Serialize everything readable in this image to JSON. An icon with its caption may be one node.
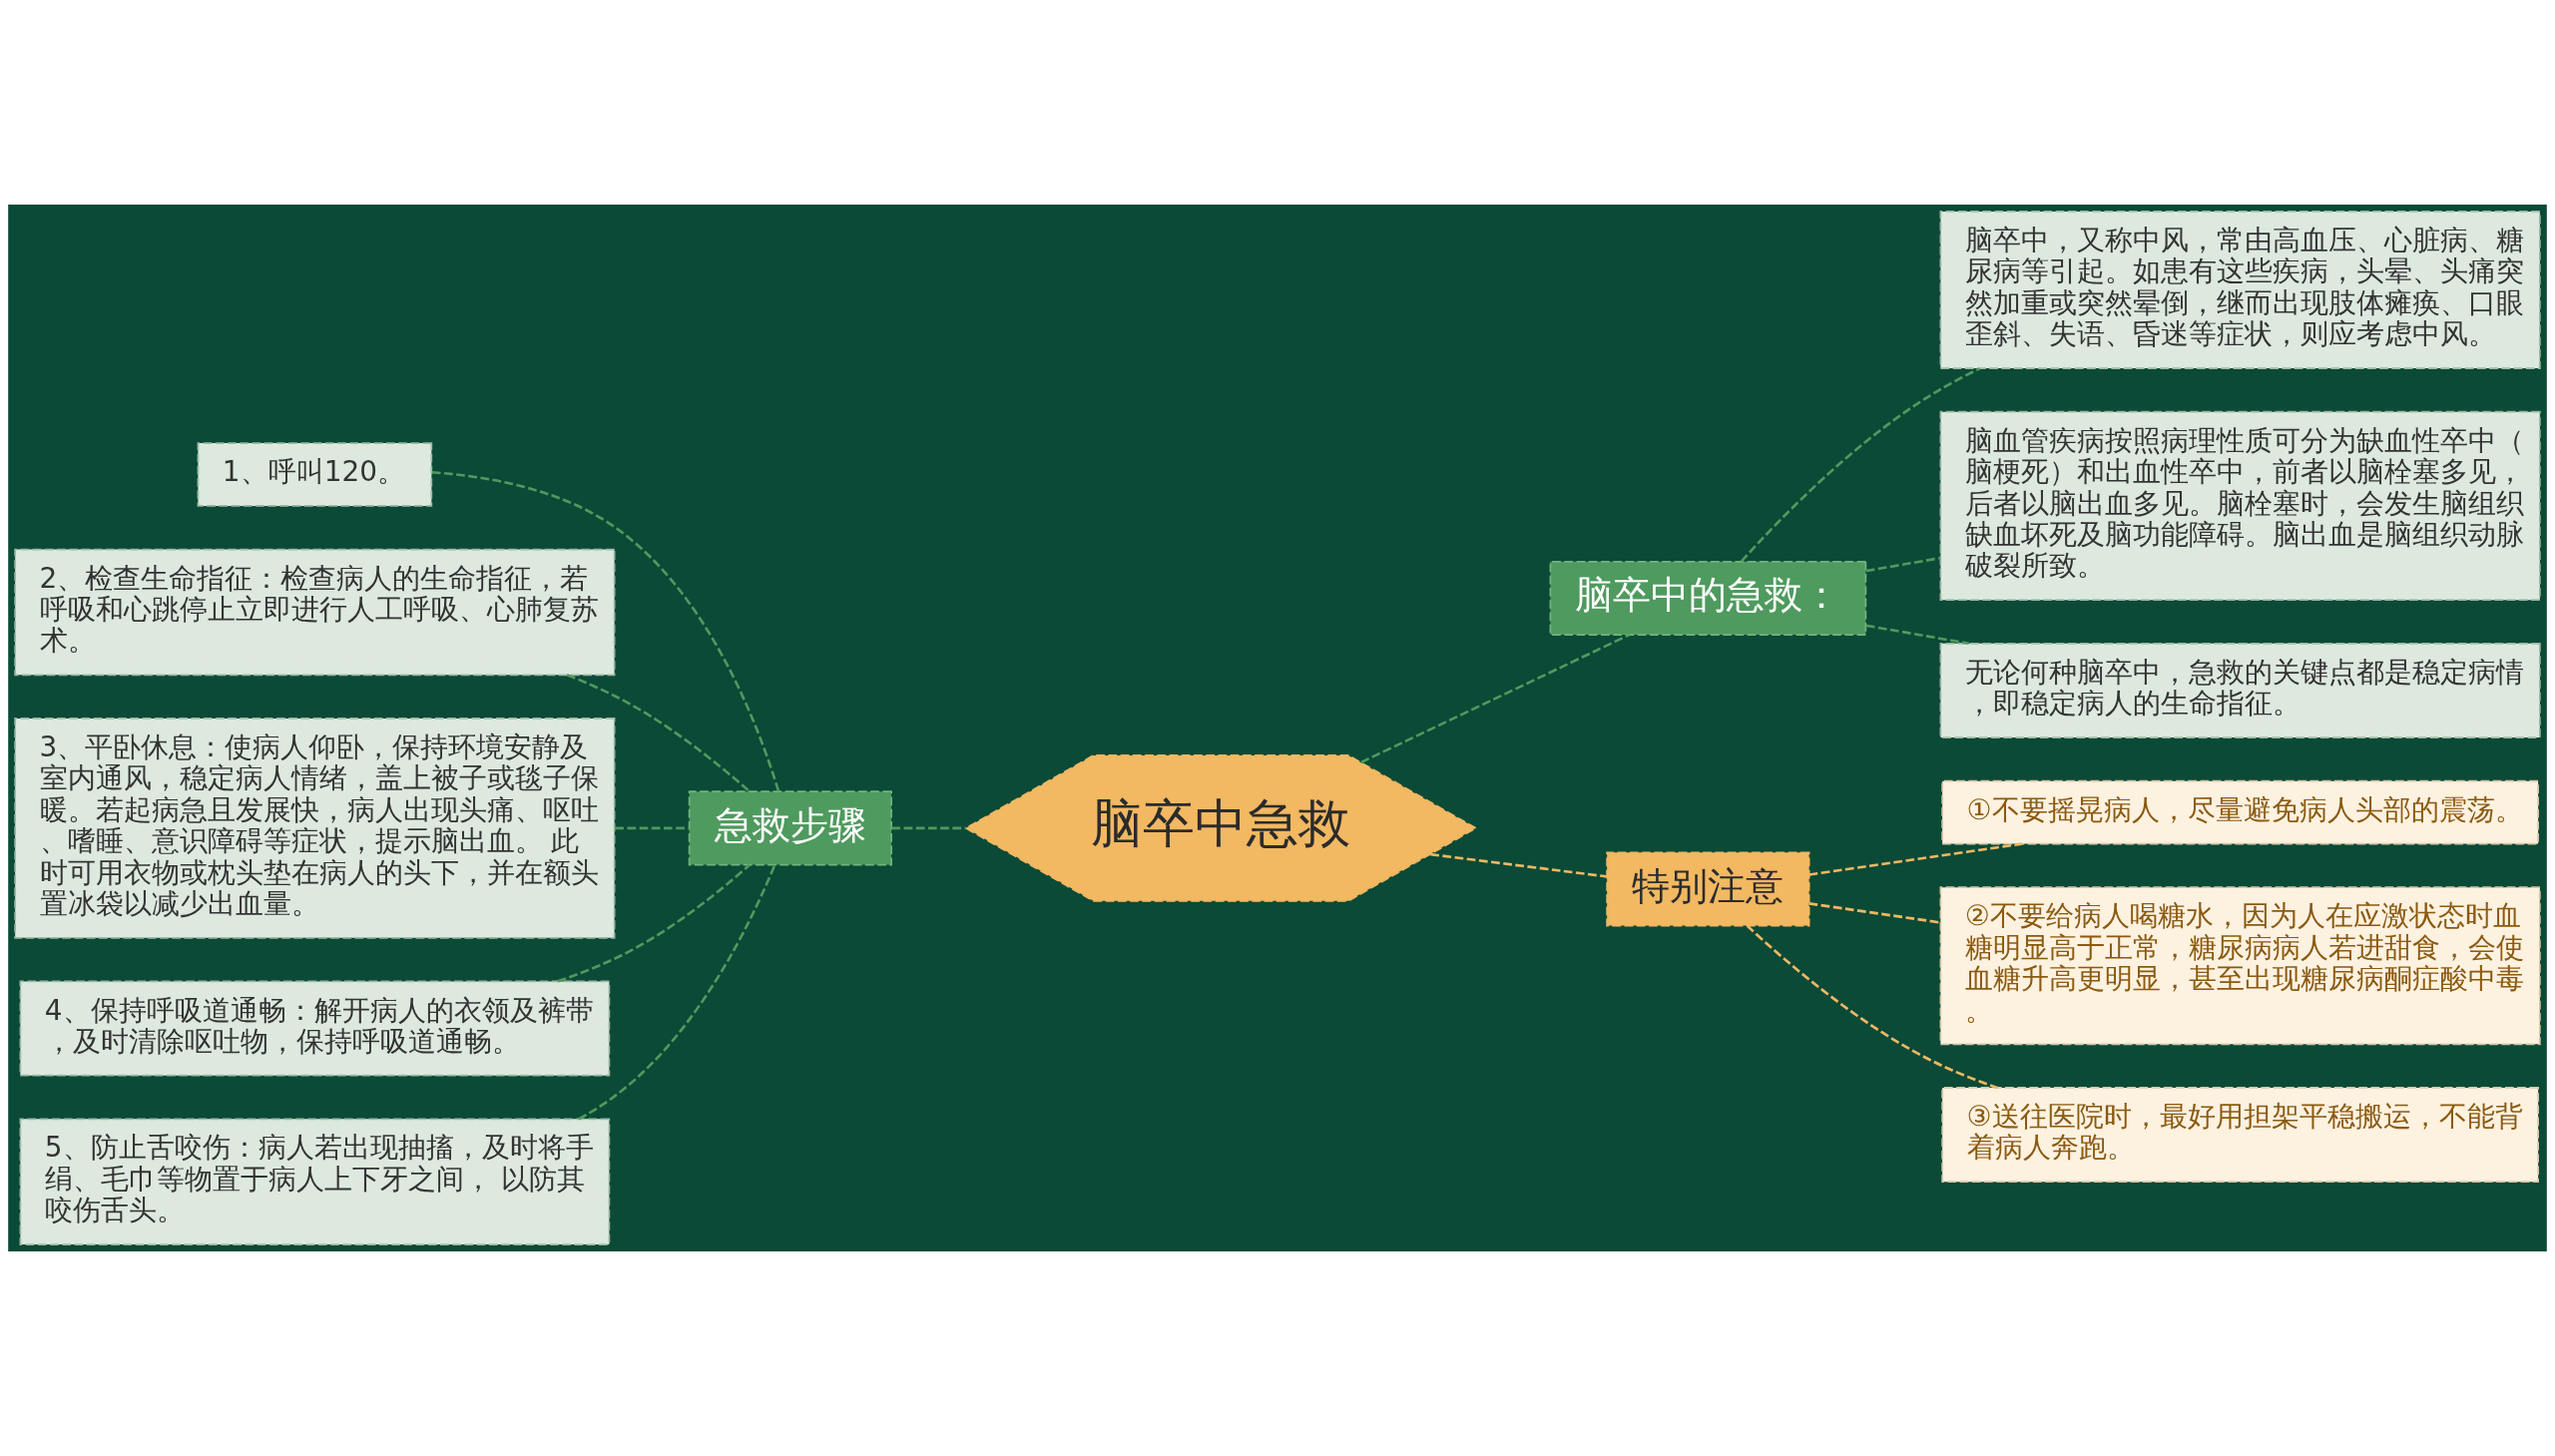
{
  "diagram": {
    "nodes": [
      {
        "text": [
          "脑卒中急救"
        ]
      },
      {
        "text": [
          "急救步骤"
        ]
      },
      {
        "text": [
          "1、呼叫120。"
        ]
      },
      {
        "text": [
          "2、检查生命指征：检查病人的生命指征，若呼吸和心跳停止立即进行人工呼吸、心肺复苏术。"
        ]
      },
      {
        "text": [
          "3、平卧休息：使病人仰卧，保持环境安静及室内通风，稳定病人情绪，盖上被子或毯子保暖。若起病急且发展快，病人出现头痛、呕吐、嗜睡、意识障碍等症状，提示脑出血。 此时可用衣物或枕头垫在病人的头下，并在额头置冰袋以减少出血量。"
        ]
      },
      {
        "text": [
          "4、保持呼吸道通畅：解开病人的衣领及裤带，及时清除呕吐物，保持呼吸道通畅。"
        ]
      },
      {
        "text": [
          "5、防止舌咬伤：病人若出现抽搐，及时将手绢、毛巾等物置于病人上下牙之间， 以防其咬伤舌头。"
        ]
      },
      {
        "text": [
          "脑卒中的急救："
        ]
      },
      {
        "text": [
          "脑卒中，又称中风，常由高血压、心脏病、糖尿病等引起。如患有这些疾病，头晕、头痛突然加重或突然晕倒，继而出现肢体瘫痪、口眼歪斜、失语、昏迷等症状，则应考虑中风。"
        ]
      },
      {
        "text": [
          "脑血管疾病按照病理性质可分为缺血性卒中（脑梗死）和出血性卒中，前者以脑栓塞多见，后者以脑出血多见。脑栓塞时，会发生脑组织缺血坏死及脑功能障碍。脑出血是脑组织动脉破裂所致。"
        ]
      },
      {
        "text": [
          "无论何种脑卒中，急救的关键点都是稳定病情，即稳定病人的生命指征。"
        ]
      },
      {
        "text": [
          "特别注意"
        ]
      },
      {
        "text": [
          "①不要摇晃病人，尽量避免病人头部的震荡。"
        ]
      },
      {
        "text": [
          "②不要给病人喝糖水，因为人在应激状态时血糖明显高于正常，糖尿病病人若进甜食，会使血糖升高更明显，甚至出现糖尿病酮症酸中毒。"
        ]
      },
      {
        "text": [
          "③送往医院时，最好用担架平稳搬运，不能背着病人奔跑。"
        ]
      }
    ],
    "edges": [
      {
        "from": 0,
        "to": 1,
        "arrow": "none",
        "style": "dashed"
      },
      {
        "from": 1,
        "to": 2,
        "arrow": "none",
        "style": "dashed"
      },
      {
        "from": 1,
        "to": 3,
        "arrow": "none",
        "style": "dashed"
      },
      {
        "from": 1,
        "to": 4,
        "arrow": "none",
        "style": "dashed"
      },
      {
        "from": 1,
        "to": 5,
        "arrow": "none",
        "style": "dashed"
      },
      {
        "from": 1,
        "to": 6,
        "arrow": "none",
        "style": "dashed"
      },
      {
        "from": 0,
        "to": 7,
        "arrow": "none",
        "style": "dashed"
      },
      {
        "from": 7,
        "to": 8,
        "arrow": "none",
        "style": "dashed"
      },
      {
        "from": 7,
        "to": 9,
        "arrow": "none",
        "style": "dashed"
      },
      {
        "from": 7,
        "to": 10,
        "arrow": "none",
        "style": "dashed"
      },
      {
        "from": 0,
        "to": 11,
        "arrow": "none",
        "style": "dashed",
        "color": "#f2b862"
      },
      {
        "from": 11,
        "to": 12,
        "arrow": "none",
        "style": "dashed",
        "color": "#f2b862"
      },
      {
        "from": 11,
        "to": 13,
        "arrow": "none",
        "style": "dashed",
        "color": "#f2b862"
      },
      {
        "from": 11,
        "to": 14,
        "arrow": "none",
        "style": "dashed",
        "color": "#f2b862"
      }
    ]
  }
}
